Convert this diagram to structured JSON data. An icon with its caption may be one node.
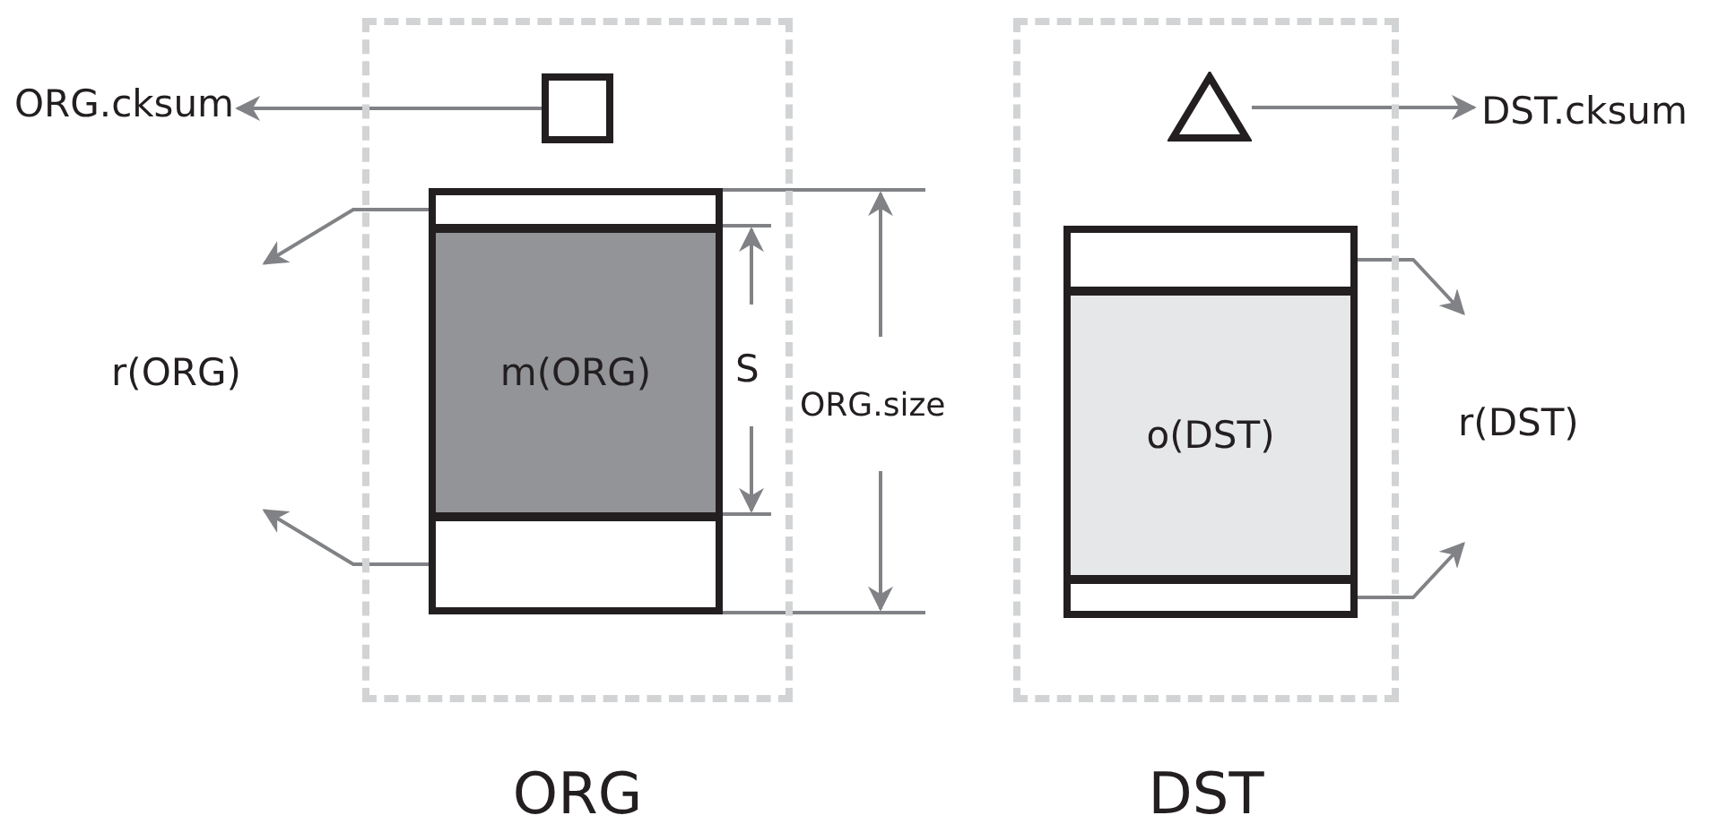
{
  "diagram": {
    "nodes": [
      {
        "text": [
          "ORG"
        ]
      },
      {
        "text": [],
        "shape": "box",
        "in": 0
      },
      {
        "text": [
          "ORG.cksum"
        ]
      },
      {
        "text": [],
        "shape": "box",
        "in": 0
      },
      {
        "text": [
          "m(ORG)"
        ],
        "in": 0
      },
      {
        "text": [],
        "shape": "box",
        "in": 0
      },
      {
        "text": [
          "r(ORG)"
        ]
      },
      {
        "text": [
          "DST"
        ]
      },
      {
        "text": [],
        "shape": "triangle",
        "in": 7
      },
      {
        "text": [
          "DST.cksum"
        ]
      },
      {
        "text": [],
        "shape": "box",
        "in": 7
      },
      {
        "text": [
          "o(DST)"
        ],
        "in": 7
      },
      {
        "text": [],
        "shape": "box",
        "in": 7
      },
      {
        "text": [
          "r(DST)"
        ]
      }
    ],
    "edges": [
      {
        "from": 1,
        "to": 2,
        "arrow": "to"
      },
      {
        "from": 3,
        "to": 6,
        "arrow": "to"
      },
      {
        "from": 5,
        "to": 6,
        "arrow": "to"
      },
      {
        "from": 8,
        "to": 9,
        "arrow": "to"
      },
      {
        "from": 10,
        "to": 13,
        "arrow": "to"
      },
      {
        "from": 12,
        "to": 13,
        "arrow": "to"
      }
    ],
    "labels": [
      "S",
      "ORG.size"
    ]
  }
}
